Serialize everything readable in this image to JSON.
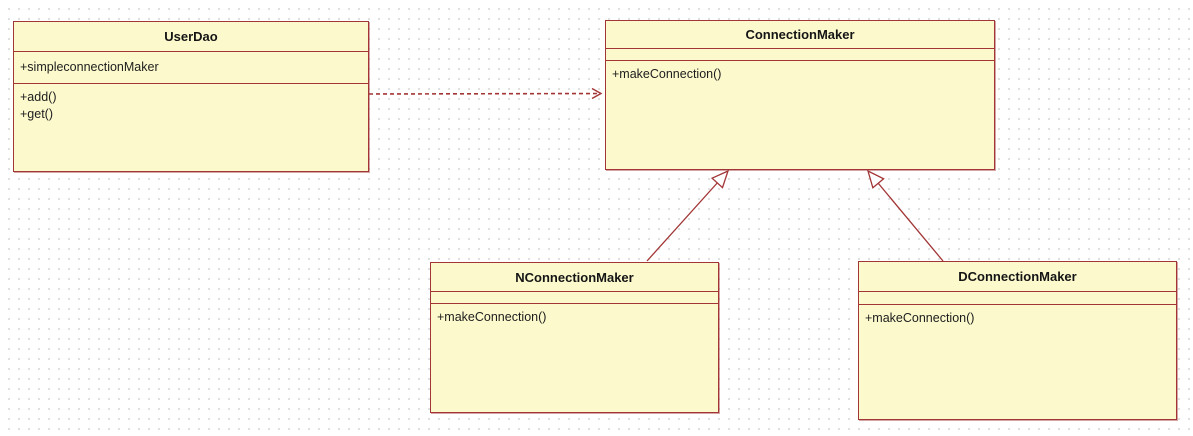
{
  "diagram": {
    "type": "uml-class-diagram",
    "classes": [
      {
        "name": "UserDao",
        "attributes": [
          "+simpleconnectionMaker"
        ],
        "methods": [
          "+add()",
          "+get()"
        ]
      },
      {
        "name": "ConnectionMaker",
        "attributes": [],
        "methods": [
          "+makeConnection()"
        ]
      },
      {
        "name": "NConnectionMaker",
        "attributes": [],
        "methods": [
          "+makeConnection()"
        ]
      },
      {
        "name": "DConnectionMaker",
        "attributes": [],
        "methods": [
          "+makeConnection()"
        ]
      }
    ],
    "relationships": [
      {
        "type": "dependency",
        "from": "UserDao",
        "to": "ConnectionMaker",
        "line": "dashed",
        "arrowhead": "open"
      },
      {
        "type": "generalization",
        "from": "NConnectionMaker",
        "to": "ConnectionMaker",
        "line": "solid",
        "arrowhead": "hollow-triangle"
      },
      {
        "type": "generalization",
        "from": "DConnectionMaker",
        "to": "ConnectionMaker",
        "line": "solid",
        "arrowhead": "hollow-triangle"
      }
    ],
    "colors": {
      "class_fill": "#fcfacd",
      "class_border": "#a23535",
      "connector": "#a23535",
      "grid_dot": "#d6d6d6",
      "background": "#ffffff"
    }
  }
}
